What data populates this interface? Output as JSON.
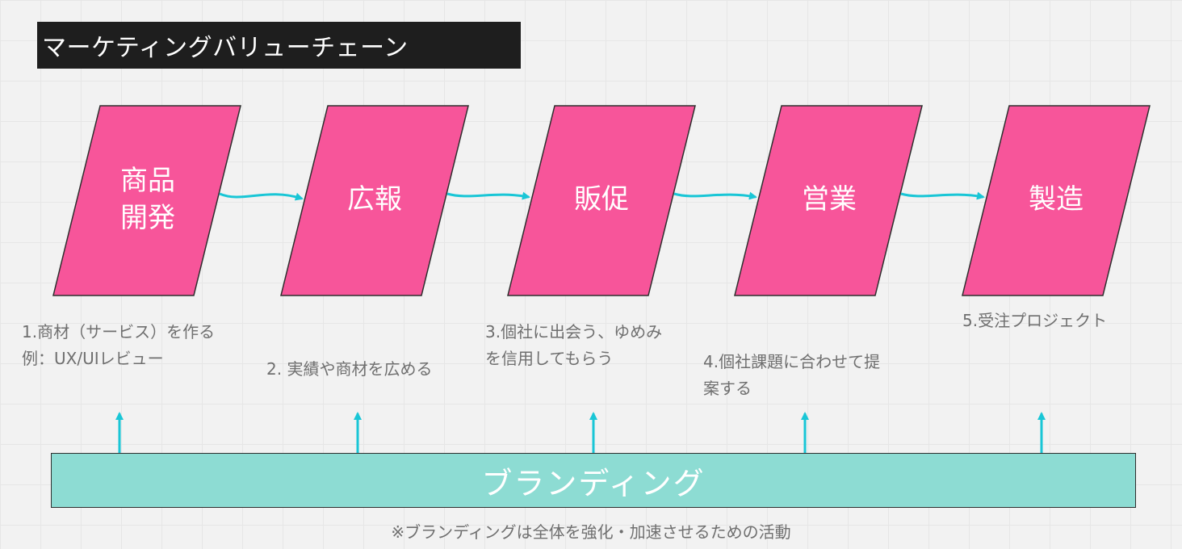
{
  "title": "マーケティングバリューチェーン",
  "stages": [
    {
      "label": "商品\n開発",
      "description": "1.商材（サービス）を作る\n例：UX/UIレビュー"
    },
    {
      "label": "広報",
      "description": "2. 実績や商材を広める"
    },
    {
      "label": "販促",
      "description": "3.個社に出会う、ゆめみ\nを信用してもらう"
    },
    {
      "label": "営業",
      "description": "4.個社課題に合わせて提\n案する"
    },
    {
      "label": "製造",
      "description": "5.受注プロジェクト"
    }
  ],
  "branding": {
    "label": "ブランディング",
    "note": "※ブランディングは全体を強化・加速させるための活動"
  },
  "colors": {
    "stage_fill": "#f7559a",
    "connector": "#19c6d6",
    "branding_fill": "#8ddcd3",
    "title_bg": "#1e1e1e"
  }
}
